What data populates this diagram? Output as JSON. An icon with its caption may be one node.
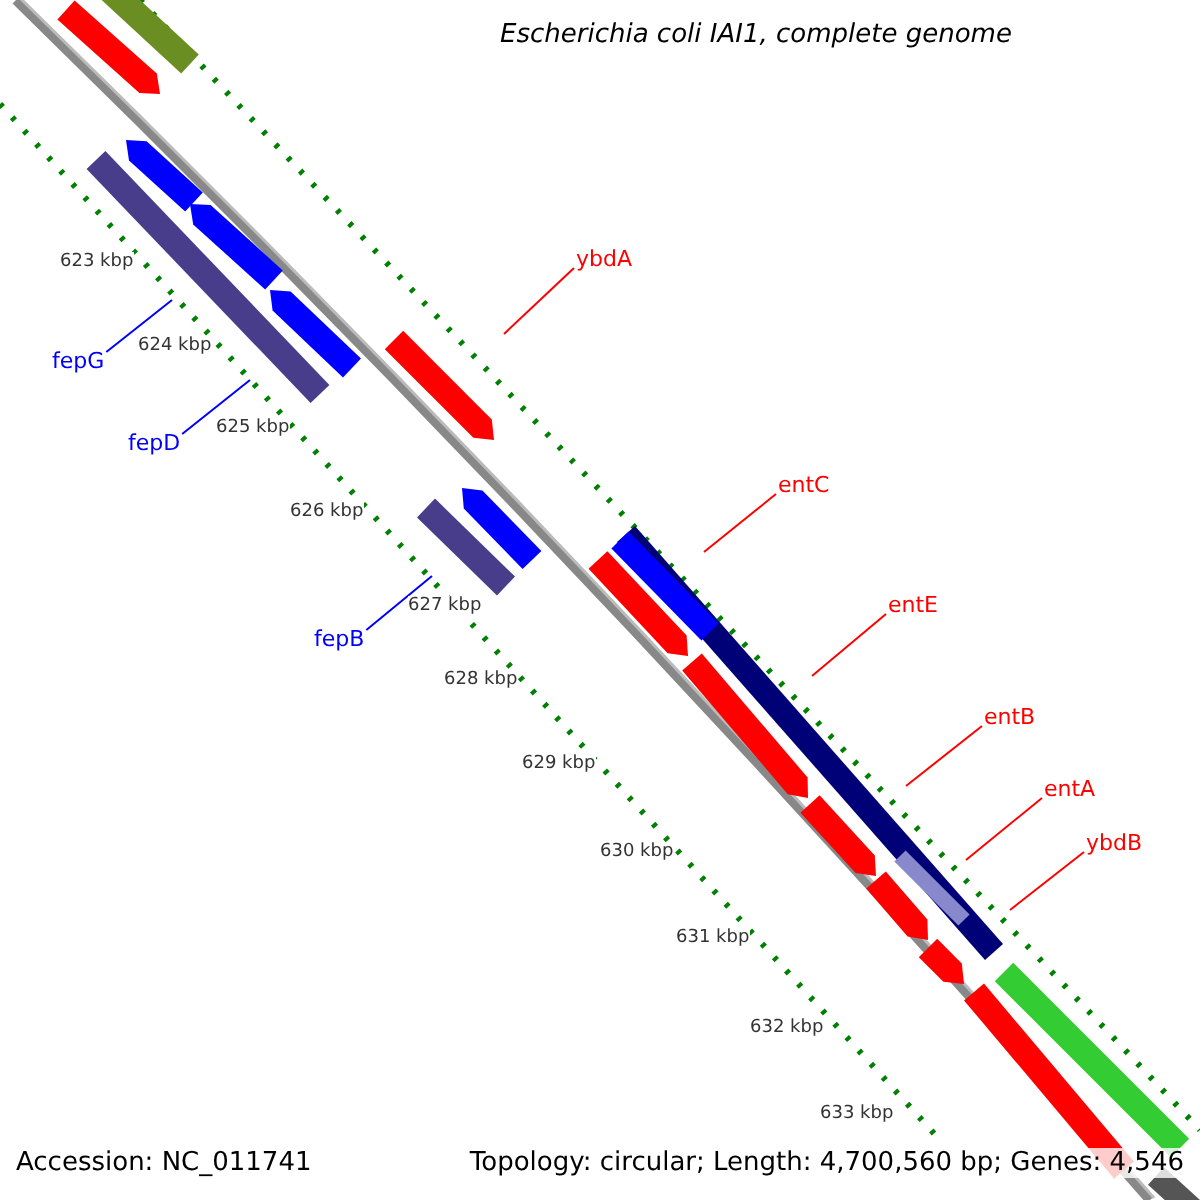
{
  "diagram": {
    "title": "Escherichia coli IAI1, complete genome",
    "nodes": [
      {
        "text": [
          "fepG"
        ]
      },
      {
        "text": [
          "fepD"
        ]
      },
      {
        "text": [
          "fepB"
        ]
      },
      {
        "text": [
          "ybdA"
        ]
      },
      {
        "text": [
          "entC"
        ]
      },
      {
        "text": [
          "entE"
        ]
      },
      {
        "text": [
          "entB"
        ]
      },
      {
        "text": [
          "entA"
        ]
      },
      {
        "text": [
          "ybdB"
        ]
      }
    ],
    "edges": [
      {
        "from": 0,
        "to": null,
        "arrow": "none",
        "color": "#0000ff"
      },
      {
        "from": 1,
        "to": null,
        "arrow": "none",
        "color": "#0000ff"
      },
      {
        "from": 2,
        "to": null,
        "arrow": "none",
        "color": "#0000ff"
      },
      {
        "from": 3,
        "to": null,
        "arrow": "none"
      },
      {
        "from": 4,
        "to": null,
        "arrow": "none"
      },
      {
        "from": 5,
        "to": null,
        "arrow": "none"
      },
      {
        "from": 6,
        "to": null,
        "arrow": "none"
      },
      {
        "from": 7,
        "to": null,
        "arrow": "none"
      },
      {
        "from": 8,
        "to": null,
        "arrow": "none"
      }
    ],
    "labels": [
      "623 kbp",
      "624 kbp",
      "625 kbp",
      "626 kbp",
      "627 kbp",
      "628 kbp",
      "629 kbp",
      "630 kbp",
      "631 kbp",
      "632 kbp",
      "633 kbp",
      "Accession: NC_011741",
      "Topology: circular; Length: 4,700,560 bp; Genes: 4,546"
    ]
  }
}
